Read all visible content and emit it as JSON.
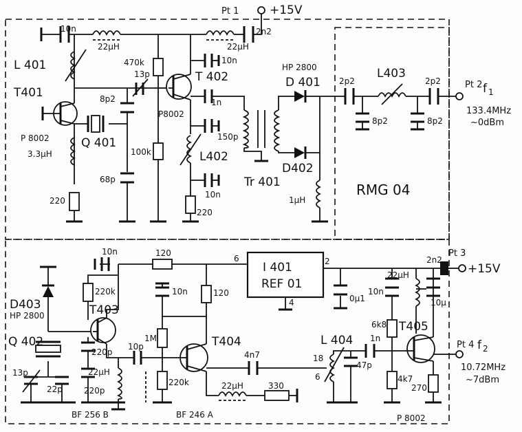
{
  "labels": {
    "pt1": "Pt 1",
    "pt1_v": "+15V",
    "pt2": "Pt 2",
    "pt2_f": "f",
    "pt2_sub": "1",
    "pt2_freq": "133.4MHz",
    "pt2_level": "~0dBm",
    "pt3": "Pt 3",
    "pt3_v": "+15V",
    "pt4": "Pt 4",
    "pt4_f": "f",
    "pt4_sub": "2",
    "pt4_freq": "10.72MHz",
    "pt4_level": "~7dBm",
    "rmg": "RMG 04",
    "ic_name": "I 401",
    "ic_type": "REF 01",
    "ic_pin6": "6",
    "ic_pin2": "2",
    "ic_pin4": "4"
  },
  "top": {
    "c_10n_in": "10n",
    "l_22uH_1": "22µH",
    "l_22uH_2": "22µH",
    "c_2n2": "2n2",
    "l401": "L 401",
    "t401": "T401",
    "p8002_a": "P 8002",
    "r_470k": "470k",
    "c_13p": "13p",
    "t402": "T 402",
    "p8002_b": "P8002",
    "c_10n_b": "10n",
    "c_8p2_a": "8p2",
    "q401": "Q 401",
    "l_3_3uH": "3.3µH",
    "r_100k": "100k",
    "c_68p": "68p",
    "r_220_a": "220",
    "c_1n": "1n",
    "c_150p": "150p",
    "l402": "L402",
    "c_10n_c": "10n",
    "r_220_b": "220",
    "hp2800_a": "HP 2800",
    "d401": "D 401",
    "d402": "D402",
    "tr401": "Tr 401",
    "l_1uH": "1µH",
    "c_2p2_a": "2p2",
    "l403": "L403",
    "c_2p2_b": "2p2",
    "c_8p2_b": "8p2",
    "c_8p2_c": "8p2"
  },
  "bottom": {
    "c_10n_a": "10n",
    "r_120_a": "120",
    "r_220k_a": "220k",
    "c_10n_b": "10n",
    "r_120_b": "120",
    "d403": "D403",
    "hp2800_b": "HP 2800",
    "t403": "T403",
    "q402": "Q 402",
    "c_220p_a": "220p",
    "c_10p": "10p",
    "r_1M": "1M",
    "t404": "T404",
    "l_22uH_a": "22µH",
    "c_220p_b": "220p",
    "c_13p": "13p",
    "c_22p": "22p",
    "r_220k_b": "220k",
    "l_22uH_b": "22µH",
    "r_330": "330",
    "c_4n7": "4n7",
    "l404": "L 404",
    "tap18": "18",
    "tap6": "6",
    "c_47p": "47p",
    "c_1n": "1n",
    "c_0u1": "0µ1",
    "c_10n_c": "10n",
    "l_22uH_c": "22µH",
    "c_2n2": "2n2",
    "c_10u": "10µ",
    "r_6k8": "6k8",
    "t405": "T405",
    "r_4k7": "4k7",
    "r_270": "270",
    "bf256b": "BF 256 B",
    "bf246a": "BF 246 A",
    "p8002": "P 8002"
  }
}
